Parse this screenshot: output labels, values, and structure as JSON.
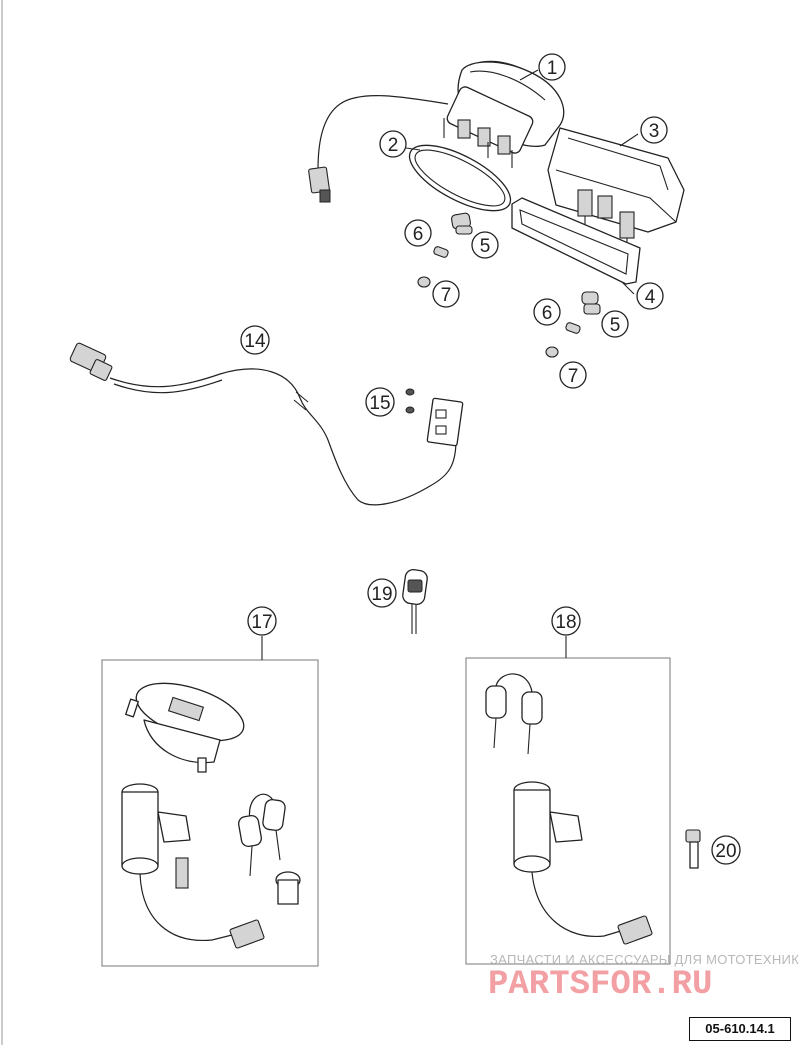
{
  "callouts": {
    "c1": "1",
    "c2": "2",
    "c3": "3",
    "c4": "4",
    "c5a": "5",
    "c5b": "5",
    "c6a": "6",
    "c6b": "6",
    "c7a": "7",
    "c7b": "7",
    "c14": "14",
    "c15": "15",
    "c17": "17",
    "c18": "18",
    "c19": "19",
    "c20": "20"
  },
  "watermark": {
    "tagline": "ЗАПЧАСТИ И АКСЕССУАРЫ ДЛЯ МОТОТЕХНИКИ",
    "logo": "PARTSFOR.RU"
  },
  "doc_number": "05-610.14.1"
}
